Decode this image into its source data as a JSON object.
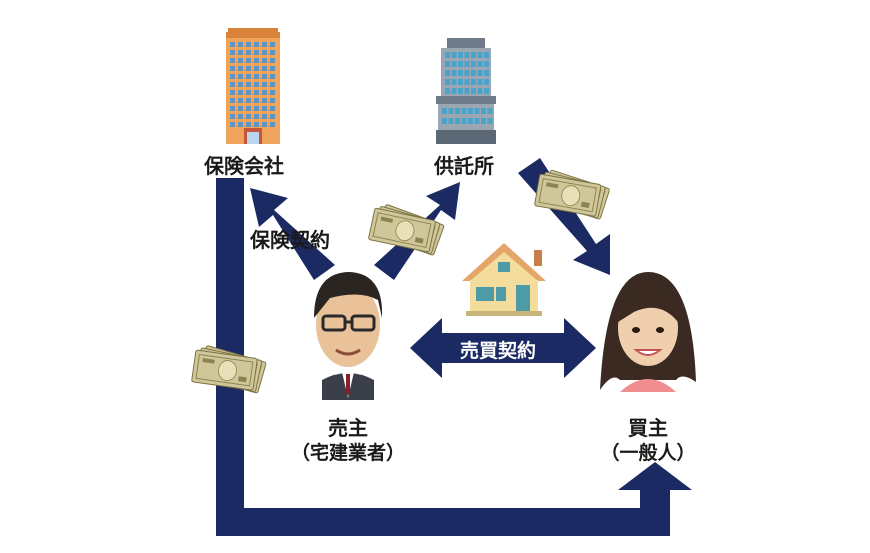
{
  "labels": {
    "insurance_company": "保険会社",
    "deposit_office": "供託所",
    "insurance_contract": "保険契約",
    "sales_contract": "売買契約",
    "seller": "売主",
    "seller_sub": "（宅建業者）",
    "buyer": "買主",
    "buyer_sub": "（一般人）"
  },
  "colors": {
    "arrow": "#1b2a63",
    "building_orange": "#f0a35a",
    "building_gray": "#8f9aa6",
    "money": "#cfc79a",
    "house_wall": "#f3dc9c"
  },
  "icons": {
    "insurance_building": "office-building-icon",
    "deposit_building": "deposit-office-building-icon",
    "house": "house-icon",
    "money": "banknotes-icon",
    "seller": "man-face-icon",
    "buyer": "woman-face-icon"
  }
}
